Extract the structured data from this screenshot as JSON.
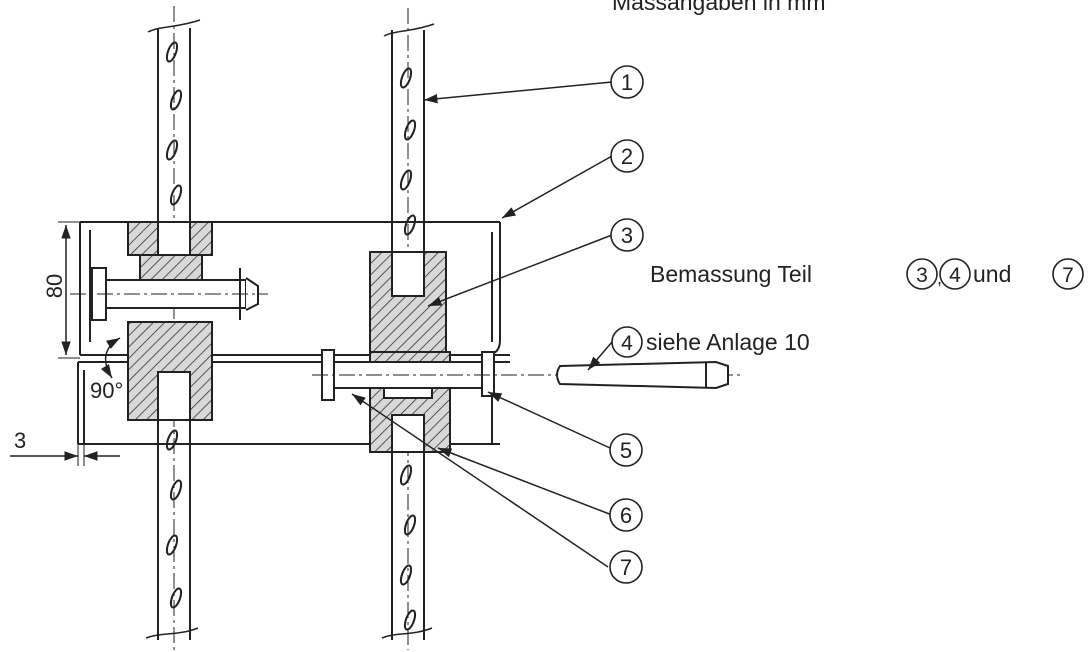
{
  "header_note": "Massangaben in mm",
  "callouts": [
    "1",
    "2",
    "3",
    "4",
    "5",
    "6",
    "7"
  ],
  "reference_note": {
    "line1": "Bemassung Teil",
    "parts": [
      "3",
      "4",
      "7"
    ],
    "joiner": "und",
    "line2_callout": "4",
    "line2": "siehe Anlage 10"
  },
  "dimensions": {
    "height": "80",
    "angle": "90°",
    "thickness": "3"
  }
}
